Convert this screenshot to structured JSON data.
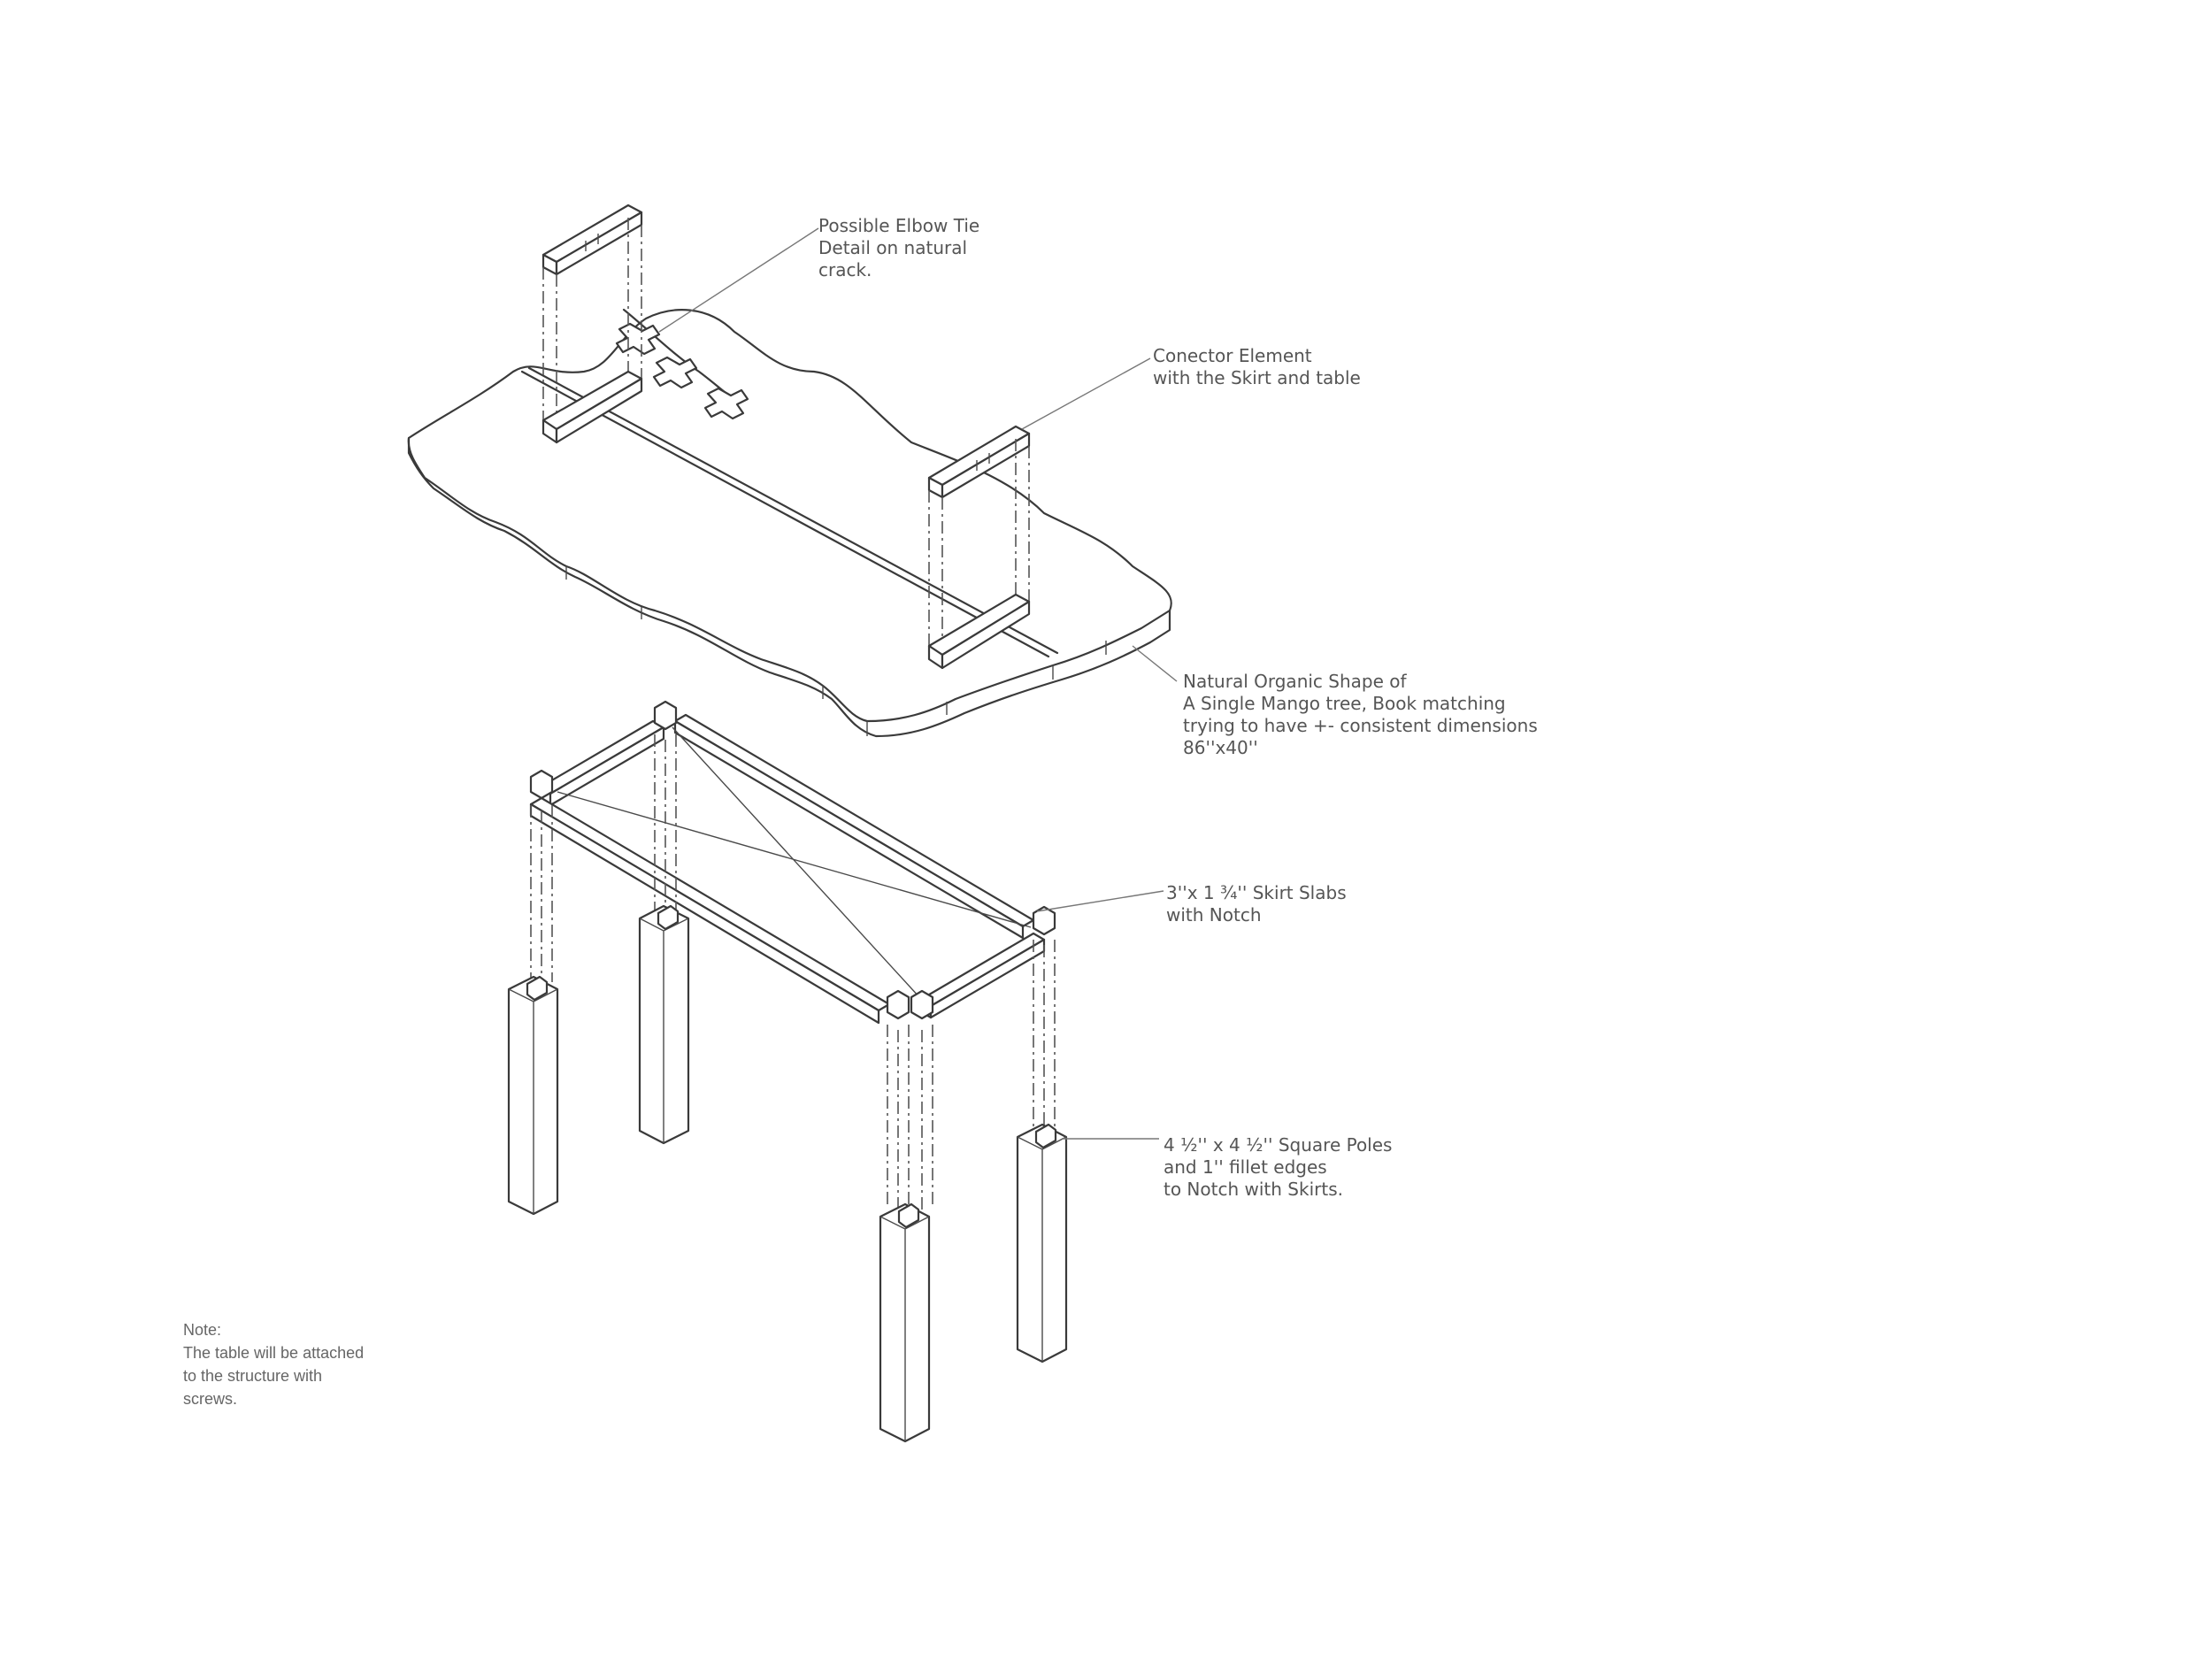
{
  "annotations": {
    "elbow_tie": "Possible Elbow Tie\nDetail on natural\ncrack.",
    "connector": "Conector Element\nwith the Skirt and table",
    "tabletop": "Natural Organic Shape of\nA Single Mango tree, Book matching\ntrying to have +- consistent dimensions\n86''x40''",
    "skirt": "3''x 1 ¾'' Skirt Slabs\nwith Notch",
    "legs": "4 ½'' x 4 ½'' Square Poles\nand 1'' fillet edges\nto Notch with Skirts."
  },
  "note": {
    "title": "Note:",
    "text": "The table will be attached\nto the structure with\nscrews."
  }
}
